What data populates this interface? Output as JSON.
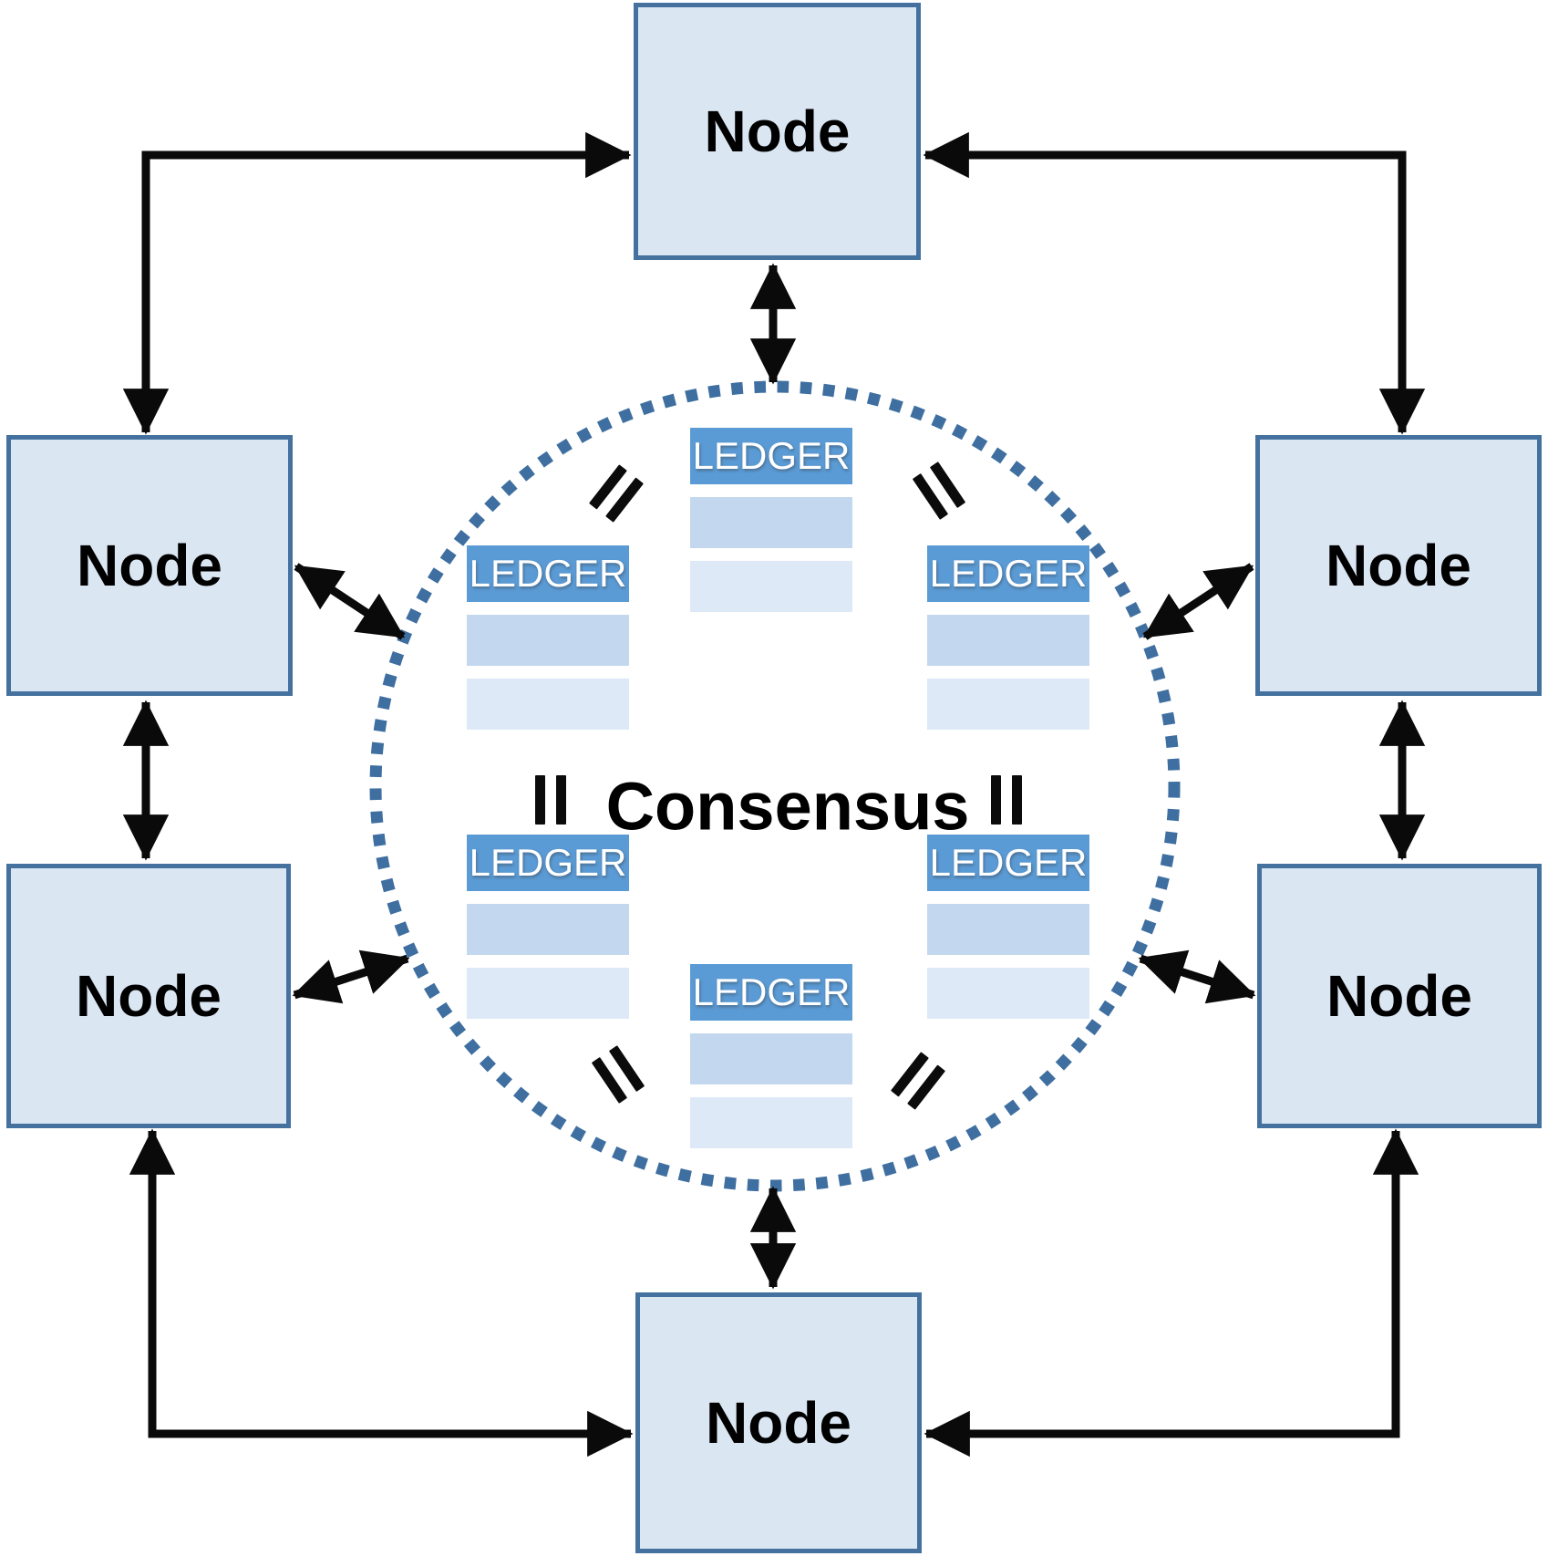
{
  "diagram": {
    "nodes": [
      {
        "position": "top",
        "label": "Node"
      },
      {
        "position": "upper-left",
        "label": "Node"
      },
      {
        "position": "upper-right",
        "label": "Node"
      },
      {
        "position": "lower-left",
        "label": "Node"
      },
      {
        "position": "lower-right",
        "label": "Node"
      },
      {
        "position": "bottom",
        "label": "Node"
      }
    ],
    "center_label": "Consensus",
    "ledgers": [
      {
        "position": "top-center",
        "header": "LEDGER"
      },
      {
        "position": "middle-left",
        "header": "LEDGER"
      },
      {
        "position": "middle-right",
        "header": "LEDGER"
      },
      {
        "position": "lower-left",
        "header": "LEDGER"
      },
      {
        "position": "lower-right",
        "header": "LEDGER"
      },
      {
        "position": "bottom-center",
        "header": "LEDGER"
      }
    ],
    "equals_symbol": "=",
    "colors": {
      "node_fill": "#dbe6f3",
      "node_border": "#44719e",
      "ledger_header_bg": "#5b9bd5",
      "ledger_header_text": "#ffffff",
      "ledger_row_medium": "#c3d8ee",
      "ledger_row_light": "#dde9f6",
      "circle_dots": "#3f6fa0",
      "arrows": "#0a0a0a",
      "node_text": "#000000"
    }
  }
}
